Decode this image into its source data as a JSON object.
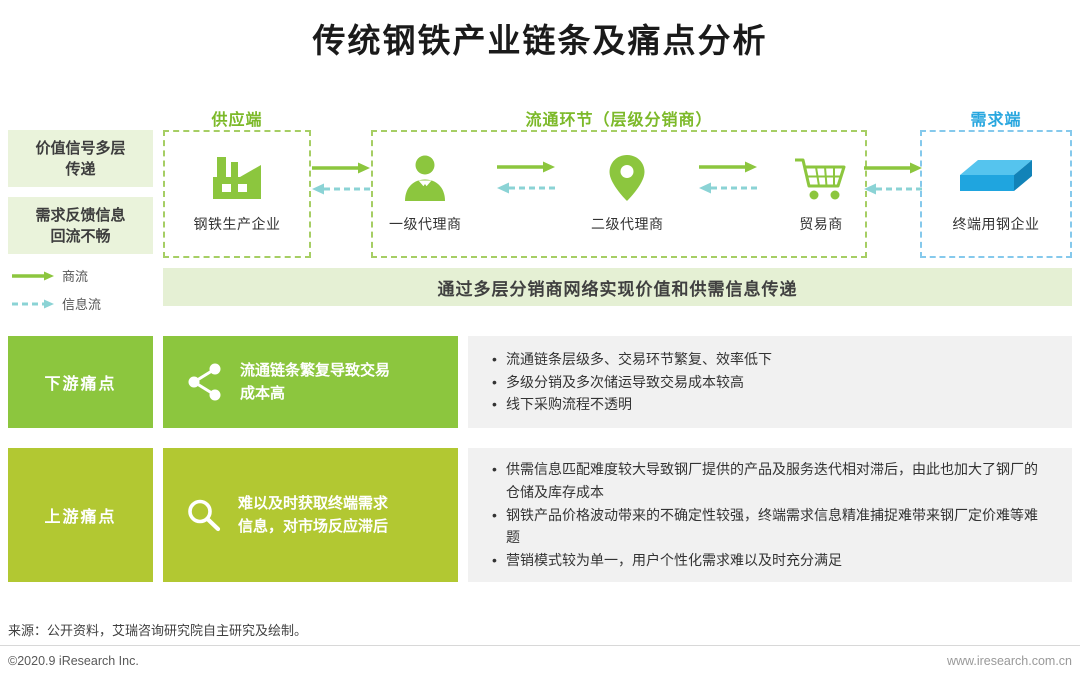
{
  "title": "传统钢铁产业链条及痛点分析",
  "flow": {
    "supply_label": "供应端",
    "circulation_label": "流通环节（层级分销商）",
    "demand_label": "需求端",
    "side_notes": [
      {
        "text": "价值信号多层传递"
      },
      {
        "text": "需求反馈信息回流不畅"
      }
    ],
    "legend": [
      {
        "label": "商流",
        "style": "solid-green-arrow"
      },
      {
        "label": "信息流",
        "style": "dashed-teal-arrow"
      }
    ],
    "nodes": [
      {
        "label": "钢铁生产企业",
        "icon": "factory-icon"
      },
      {
        "label": "一级代理商",
        "icon": "agent-icon"
      },
      {
        "label": "二级代理商",
        "icon": "location-pin-icon"
      },
      {
        "label": "贸易商",
        "icon": "cart-icon"
      },
      {
        "label": "终端用钢企业",
        "icon": "steel-plates-icon"
      }
    ],
    "banner": "通过多层分销商网络实现价值和供需信息传递"
  },
  "pain_points": [
    {
      "label": "下游痛点",
      "icon": "share-icon",
      "summary": "流通链条繁复导致交易成本高",
      "bullets": [
        "流通链条层级多、交易环节繁复、效率低下",
        "多级分销及多次储运导致交易成本较高",
        "线下采购流程不透明"
      ]
    },
    {
      "label": "上游痛点",
      "icon": "magnifier-icon",
      "summary": "难以及时获取终端需求信息，对市场反应滞后",
      "bullets": [
        "供需信息匹配难度较大导致钢厂提供的产品及服务迭代相对滞后，由此也加大了钢厂的仓储及库存成本",
        "钢铁产品价格波动带来的不确定性较强，终端需求信息精准捕捉难带来钢厂定价难等难题",
        "营销模式较为单一，用户个性化需求难以及时充分满足"
      ]
    }
  ],
  "footer": {
    "source": "来源：公开资料，艾瑞咨询研究院自主研究及绘制。",
    "copyright": "©2020.9 iResearch Inc.",
    "website": "www.iresearch.com.cn"
  },
  "colors": {
    "green": "#8CC63E",
    "heading_green": "#7CB929",
    "yellow_green": "#B2C832",
    "blue": "#29A7DF",
    "teal": "#8BD3D5",
    "light_green": "#EAF3DB",
    "banner_green": "#E5F0D4",
    "gray_box": "#F1F1F1",
    "green_dash": "#A6CE64",
    "blue_dash": "#85C9EC"
  }
}
